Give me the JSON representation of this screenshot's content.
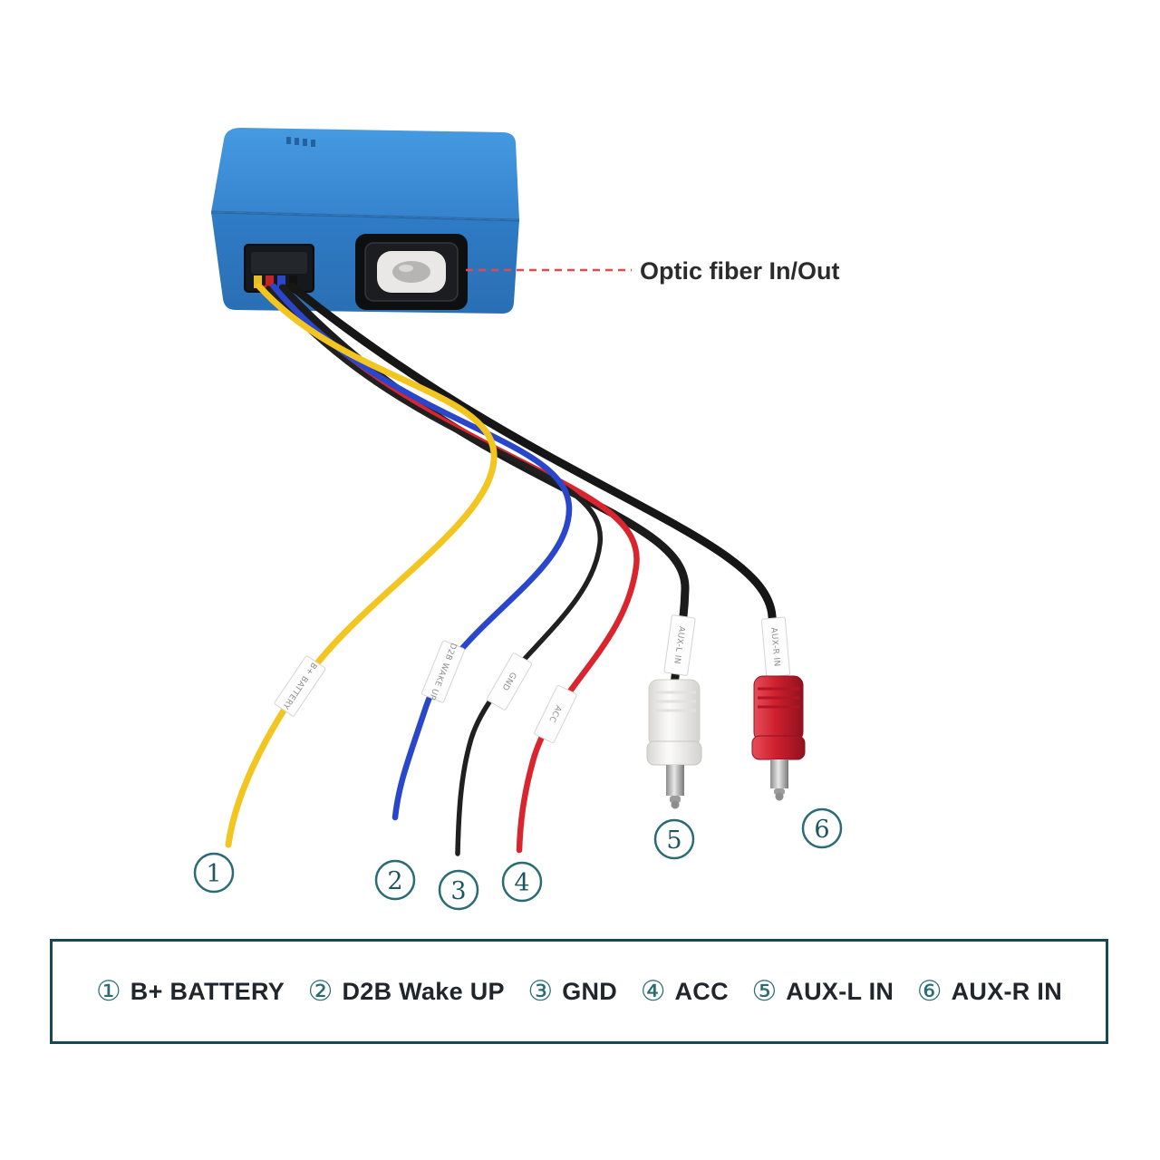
{
  "annotation": {
    "optic_label": "Optic fiber In/Out"
  },
  "tags": {
    "t1": "B+ BATTERY",
    "t2": "D2B WAKE UP",
    "t3": "GND",
    "t4": "ACC",
    "t5": "AUX-L IN",
    "t6": "AUX-R IN"
  },
  "callouts": {
    "c1": "1",
    "c2": "2",
    "c3": "3",
    "c4": "4",
    "c5": "5",
    "c6": "6"
  },
  "legend": {
    "items": [
      {
        "num": "①",
        "label": "B+ BATTERY"
      },
      {
        "num": "②",
        "label": "D2B Wake UP"
      },
      {
        "num": "③",
        "label": "GND"
      },
      {
        "num": "④",
        "label": "ACC"
      },
      {
        "num": "⑤",
        "label": "AUX-L IN"
      },
      {
        "num": "⑥",
        "label": "AUX-R IN"
      }
    ]
  },
  "colors": {
    "box_blue_top": "#3f8ed8",
    "box_blue_front": "#2e7ac4",
    "wire_yellow": "#f3c520",
    "wire_blue": "#2a47cb",
    "wire_black": "#202020",
    "wire_red": "#d9262e",
    "rca_white": "#f4f3f1",
    "rca_red": "#ce1f2e",
    "accent_teal": "#2a6b74",
    "dashed_red": "#e5484d",
    "legend_border": "#1a4750"
  }
}
